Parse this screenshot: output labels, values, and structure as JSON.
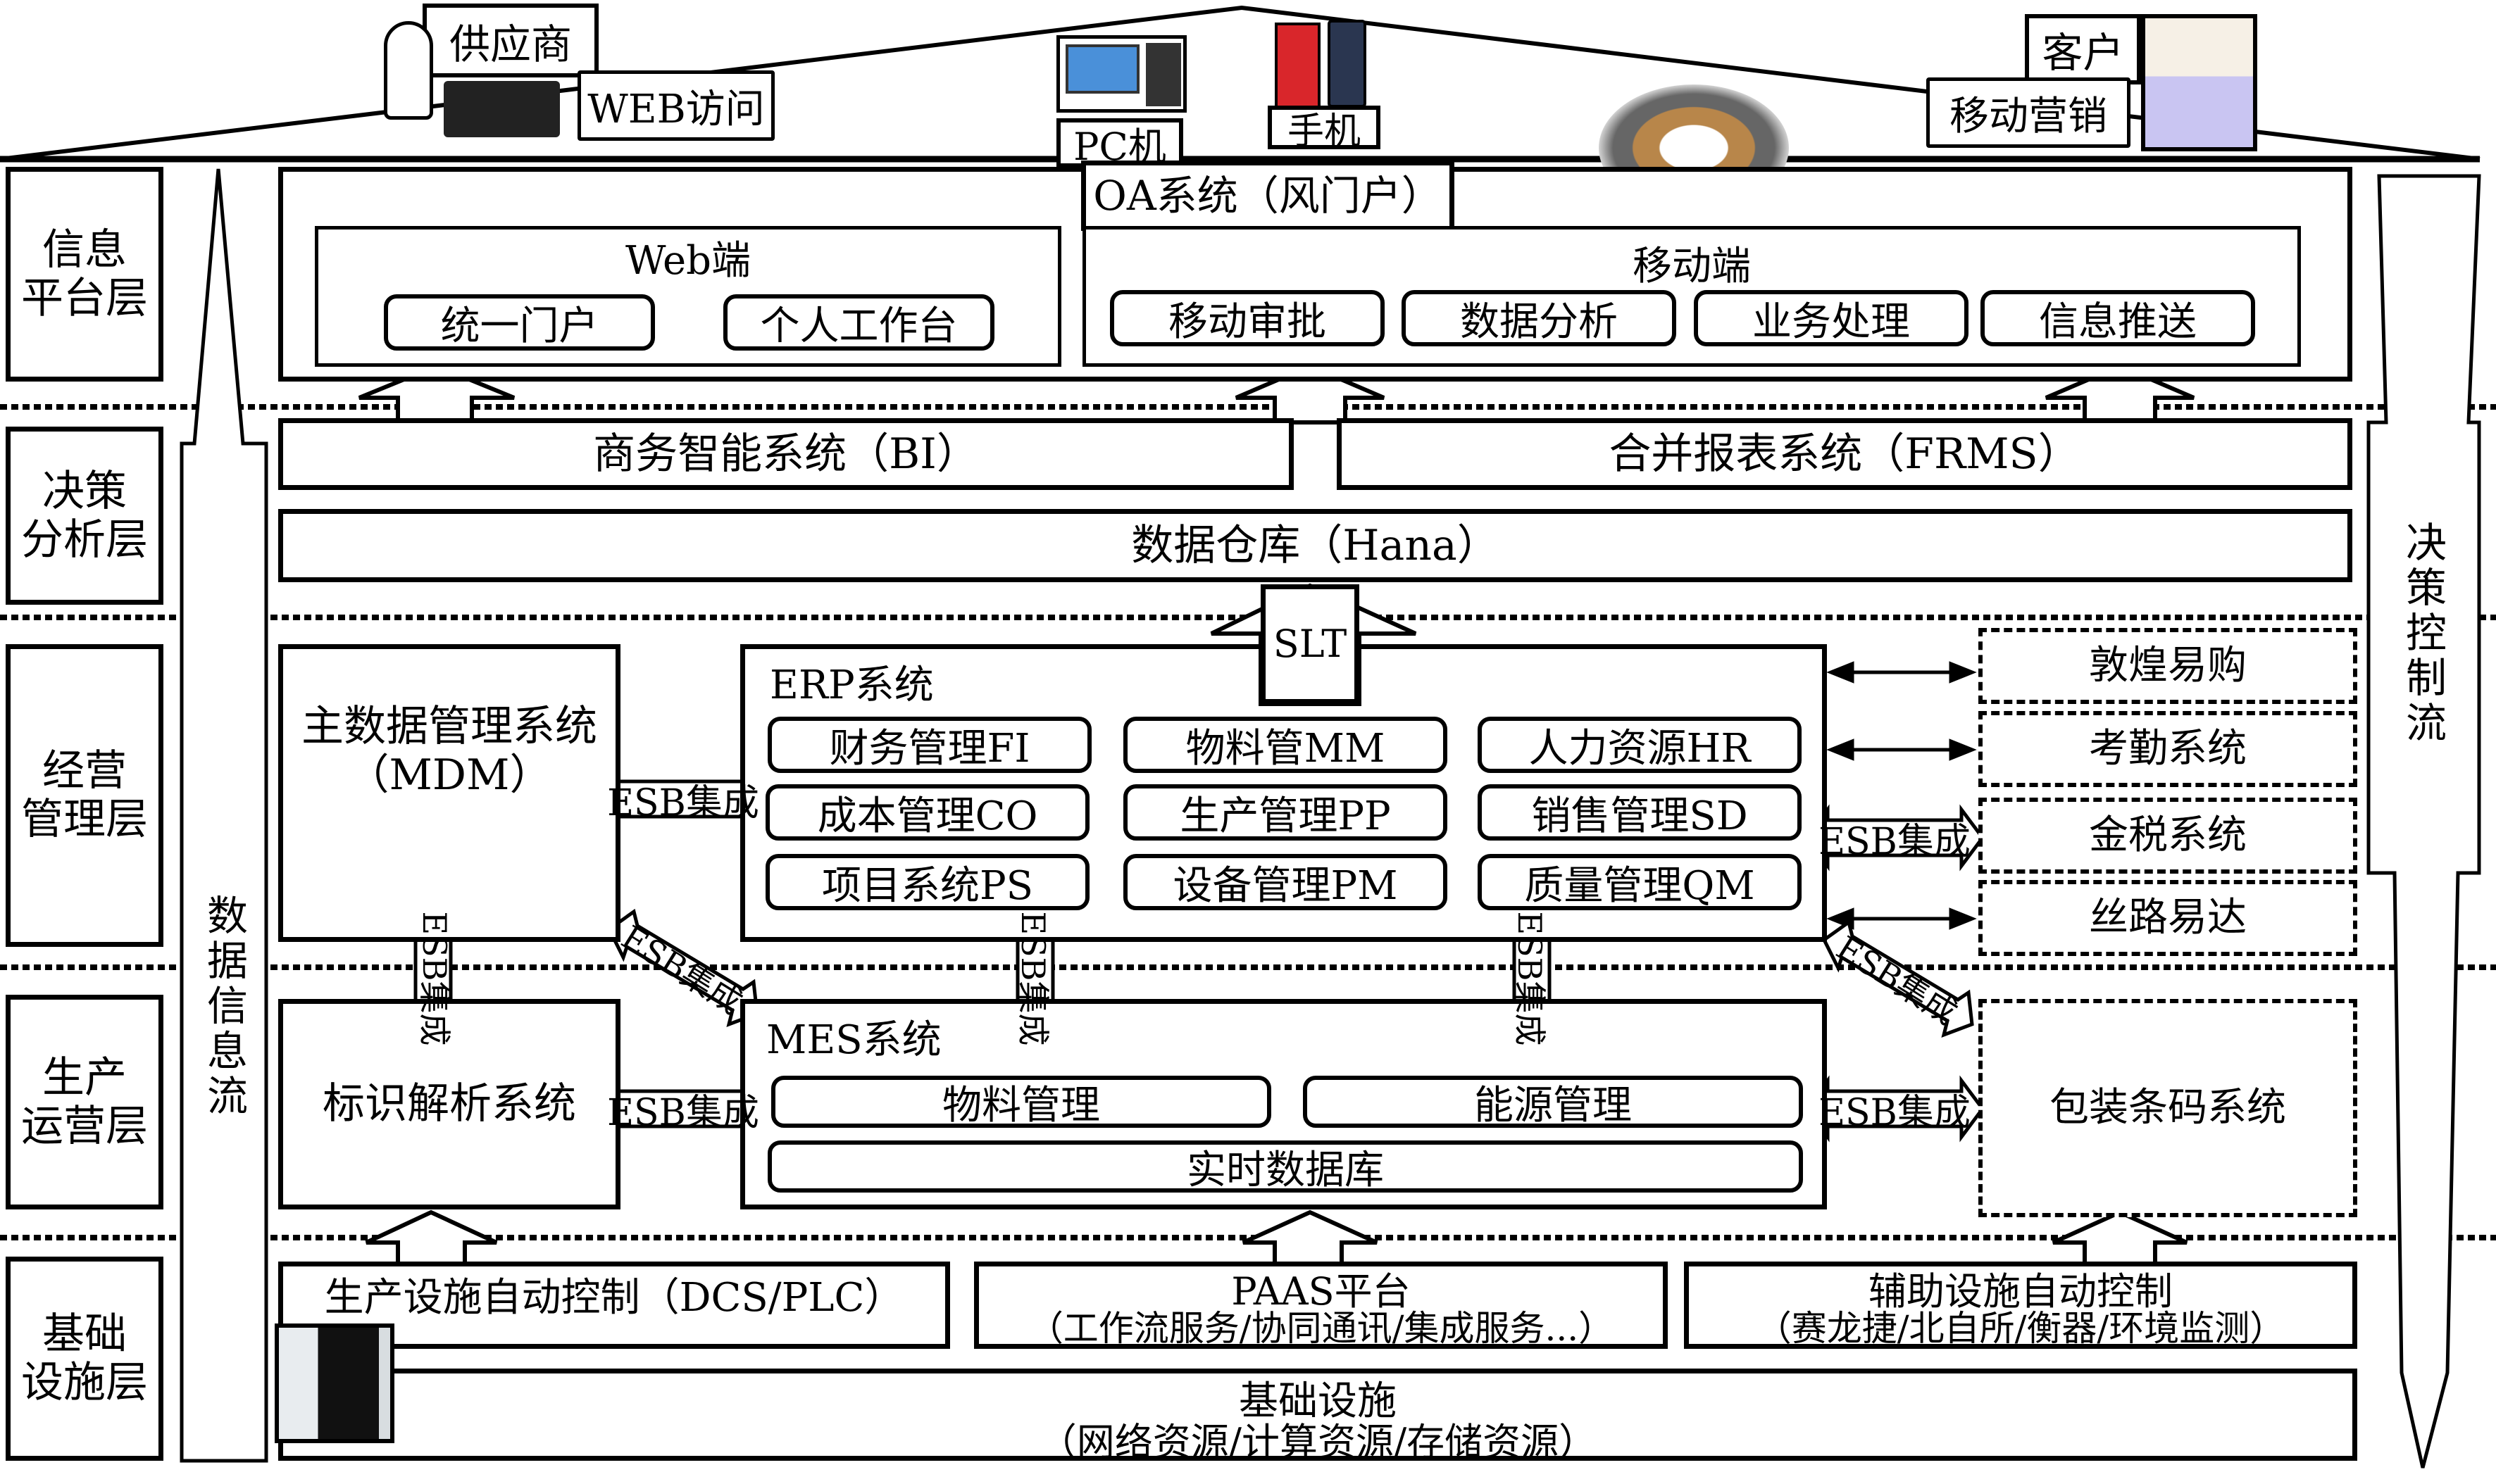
{
  "actors": {
    "supplier": {
      "label": "供应商",
      "access": "WEB访问"
    },
    "pc": {
      "label": "PC机"
    },
    "phone": {
      "label": "手机"
    },
    "customer": {
      "label": "客户",
      "access": "移动营销"
    }
  },
  "layers": [
    {
      "label": "信息\n平台层"
    },
    {
      "label": "决策\n分析层"
    },
    {
      "label": "经营\n管理层"
    },
    {
      "label": "生产\n运营层"
    },
    {
      "label": "基础\n设施层"
    }
  ],
  "flows": {
    "data_flow": "数据信息流",
    "control_flow": "决策控制流"
  },
  "info_platform": {
    "oa_title": "OA系统（风门户）",
    "web": {
      "title": "Web端",
      "items": [
        "统一门户",
        "个人工作台"
      ]
    },
    "mobile": {
      "title": "移动端",
      "items": [
        "移动审批",
        "数据分析",
        "业务处理",
        "信息推送"
      ]
    }
  },
  "decision": {
    "bi": "商务智能系统（BI）",
    "frms": "合并报表系统（FRMS）",
    "dw": "数据仓库（Hana）",
    "slt": "SLT"
  },
  "management": {
    "mdm": "主数据管理系统\n（MDM）",
    "erp_title": "ERP系统",
    "erp_modules": [
      "财务管理FI",
      "物料管MM",
      "人力资源HR",
      "成本管理CO",
      "生产管理PP",
      "销售管理SD",
      "项目系统PS",
      "设备管理PM",
      "质量管理QM"
    ],
    "external": [
      "敦煌易购",
      "考勤系统",
      "金税系统",
      "丝路易达"
    ]
  },
  "production": {
    "identity": "标识解析系统",
    "mes_title": "MES系统",
    "mes_modules": [
      "物料管理",
      "能源管理"
    ],
    "rtdb": "实时数据库",
    "packaging": "包装条码系统"
  },
  "esb_label": "ESB集成",
  "infrastructure": {
    "dcs": "生产设施自动控制（DCS/PLC）",
    "paas_title": "PAAS平台",
    "paas_sub": "（工作流服务/协同通讯/集成服务...）",
    "aux_title": "辅助设施自动控制",
    "aux_sub": "（赛龙捷/北自所/衡器/环境监测）",
    "base_title": "基础设施",
    "base_sub": "（网络资源/计算资源/存储资源）"
  }
}
